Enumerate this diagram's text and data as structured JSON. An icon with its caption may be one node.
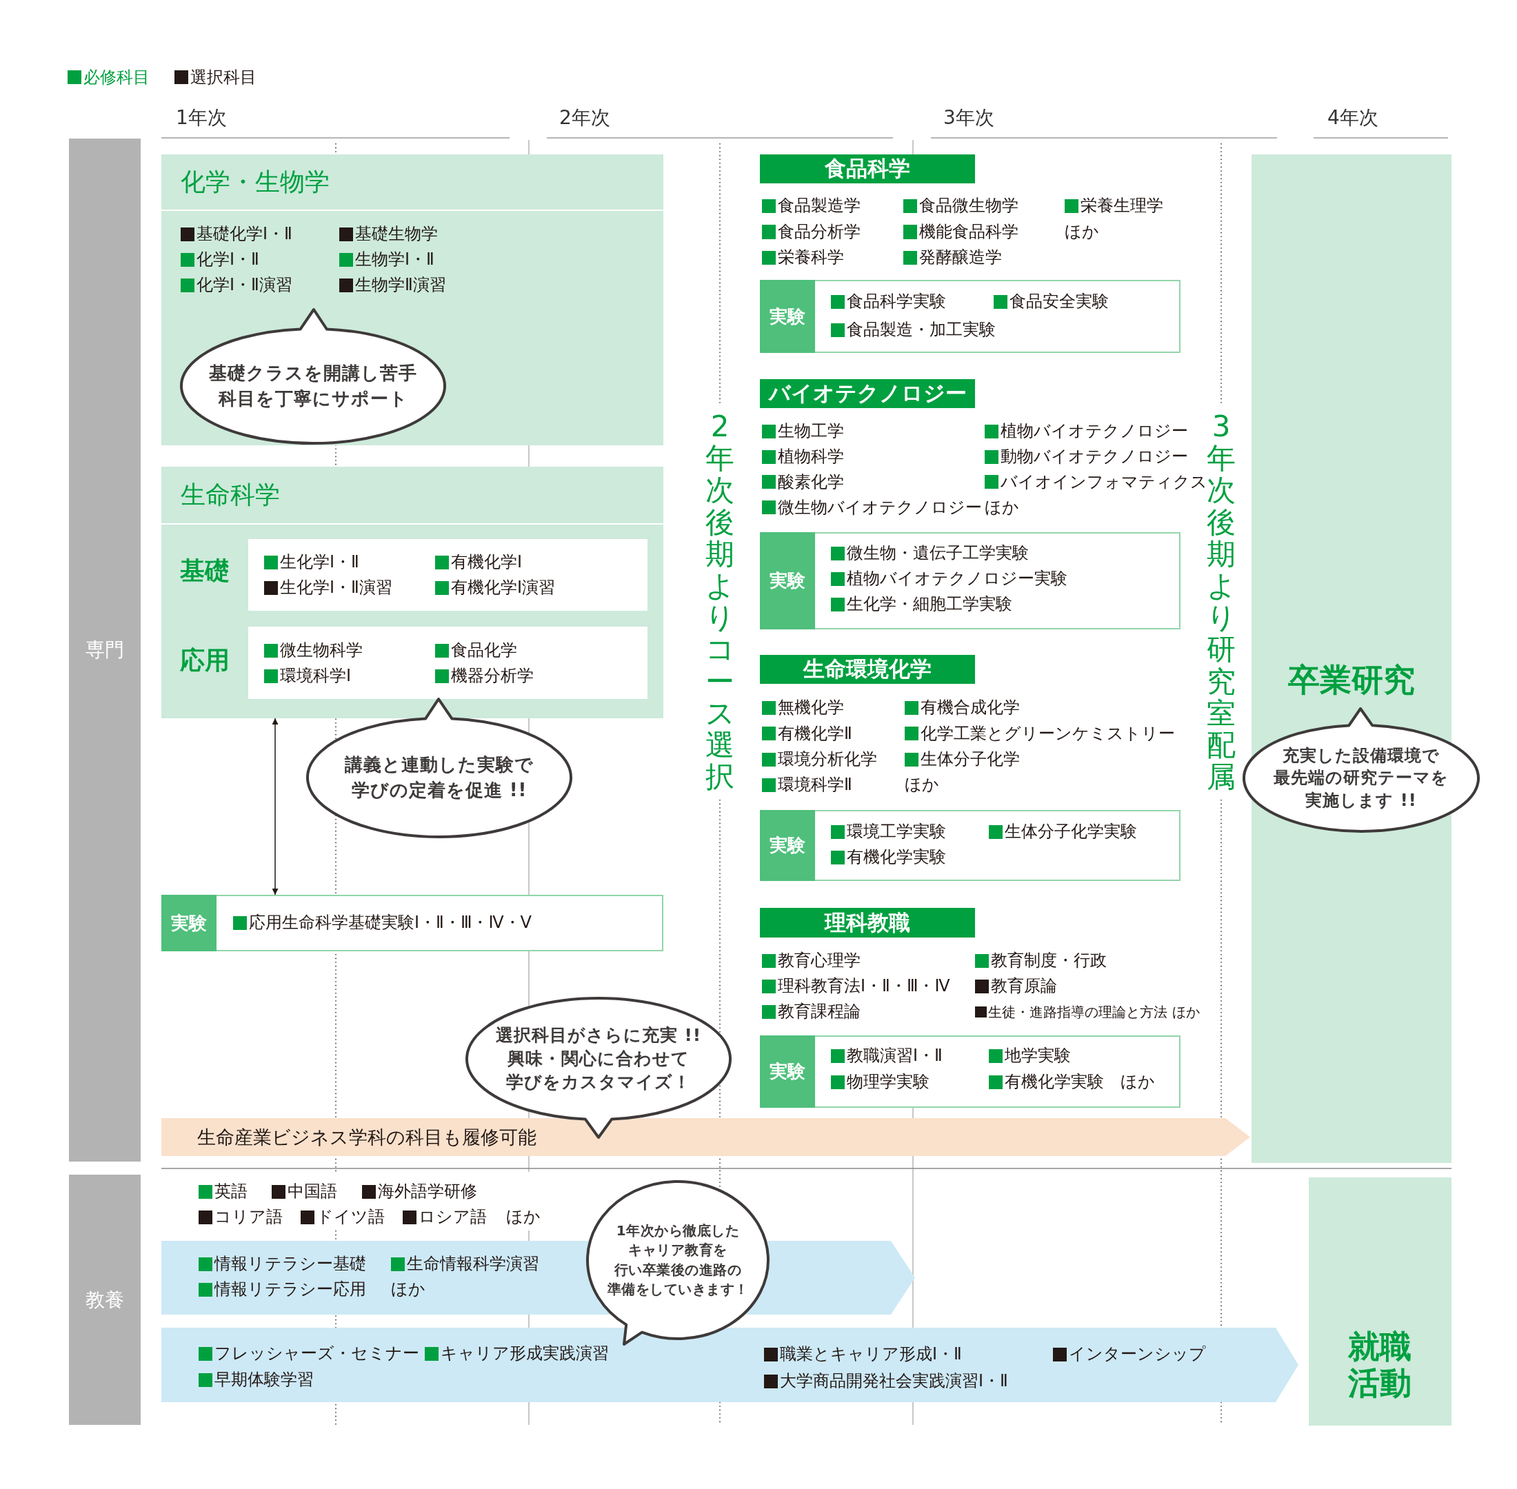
{
  "diagram": {
    "nodes": [
      {
        "text": [
          "専門"
        ]
      },
      {
        "text": [
          "化学・生物学",
          "基礎化学Ⅰ・Ⅱ",
          "基礎生物学",
          "化学Ⅰ・Ⅱ",
          "生物学Ⅰ・Ⅱ",
          "化学Ⅰ・Ⅱ演習",
          "生物学Ⅱ演習"
        ]
      },
      {
        "text": [
          "基礎クラスを開講し苦手科目を丁寧にサポート"
        ],
        "in": 1
      },
      {
        "text": [
          "生命科学"
        ]
      },
      {
        "text": [
          "基礎",
          "生化学Ⅰ・Ⅱ",
          "有機化学Ⅰ",
          "生化学Ⅰ・Ⅱ演習",
          "有機化学Ⅰ演習"
        ],
        "in": 3
      },
      {
        "text": [
          "応用",
          "微生物科学",
          "食品化学",
          "環境科学Ⅰ",
          "機器分析学"
        ],
        "in": 3
      },
      {
        "text": [
          "講義と連動した実験で学びの定着を促進 !!"
        ]
      },
      {
        "text": [
          "実験",
          "応用生命科学基礎実験Ⅰ・Ⅱ・Ⅲ・Ⅳ・Ⅴ"
        ]
      },
      {
        "text": [
          "食品科学"
        ],
        "beside": [
          "食品製造学",
          "食品微生物学",
          "栄養生理学",
          "食品分析学",
          "機能食品科学",
          "ほか",
          "栄養科学",
          "発酵醸造学"
        ]
      },
      {
        "text": [
          "実験",
          "食品科学実験",
          "食品安全実験",
          "食品製造・加工実験"
        ]
      },
      {
        "text": [
          "バイオテクノロジー"
        ],
        "beside": [
          "生物工学",
          "植物バイオテクノロジー",
          "植物科学",
          "動物バイオテクノロジー",
          "酸素化学",
          "バイオインフォマティクス",
          "微生物バイオテクノロジー",
          "ほか"
        ]
      },
      {
        "text": [
          "実験",
          "微生物・遺伝子工学実験",
          "植物バイオテクノロジー実験",
          "生化学・細胞工学実験"
        ]
      },
      {
        "text": [
          "生命環境化学"
        ],
        "beside": [
          "無機化学",
          "有機合成化学",
          "有機化学Ⅱ",
          "化学工業とグリーンケミストリー",
          "環境分析化学",
          "生体分子化学",
          "環境科学Ⅱ",
          "ほか"
        ]
      },
      {
        "text": [
          "実験",
          "環境工学実験",
          "生体分子化学実験",
          "有機化学実験"
        ]
      },
      {
        "text": [
          "理科教職"
        ],
        "beside": [
          "教育心理学",
          "教育制度・行政",
          "理科教育法Ⅰ・Ⅱ・Ⅲ・Ⅳ",
          "教育原論",
          "教育課程論",
          "生徒・進路指導の理論と方法 ほか"
        ]
      },
      {
        "text": [
          "実験",
          "教職演習Ⅰ・Ⅱ",
          "地学実験",
          "物理学実験",
          "有機化学実験　ほか"
        ]
      },
      {
        "text": [
          "卒業研究"
        ]
      },
      {
        "text": [
          "充実した設備環境で最先端の研究テーマを実施します !!"
        ]
      },
      {
        "text": [
          "生命産業ビジネス学科の科目も履修可能"
        ]
      },
      {
        "text": [
          "選択科目がさらに充実 !!興味・関心に合わせて学びをカスタマイズ！"
        ]
      },
      {
        "text": [
          "教養"
        ],
        "beside": [
          "英語",
          "中国語",
          "海外語学研修",
          "コリア語",
          "ドイツ語",
          "ロシア語",
          "ほか"
        ]
      },
      {
        "text": [
          "情報リテラシー基礎",
          "生命情報科学演習",
          "情報リテラシー応用",
          "ほか"
        ]
      },
      {
        "text": [
          "フレッシャーズ・セミナー",
          "キャリア形成実践演習",
          "職業とキャリア形成Ⅰ・Ⅱ",
          "インターンシップ",
          "早期体験学習",
          "大学商品開発社会実践演習Ⅰ・Ⅱ"
        ]
      },
      {
        "text": [
          "1年次から徹底したキャリア教育を行い卒業後の進路の準備をしていきます！"
        ]
      },
      {
        "text": [
          "就職活動"
        ]
      }
    ],
    "edges": [
      {
        "from": 3,
        "to": 7,
        "arrow": "both"
      }
    ],
    "labels": [
      "1年次",
      "2年次",
      "3年次",
      "4年次",
      "2年次後期よりコース選択",
      "3年次後期より研究室配属"
    ],
    "legend": [
      {
        "text": "必修科目",
        "color": "#00a040"
      },
      {
        "text": "選択科目",
        "color": "#231815"
      }
    ]
  }
}
